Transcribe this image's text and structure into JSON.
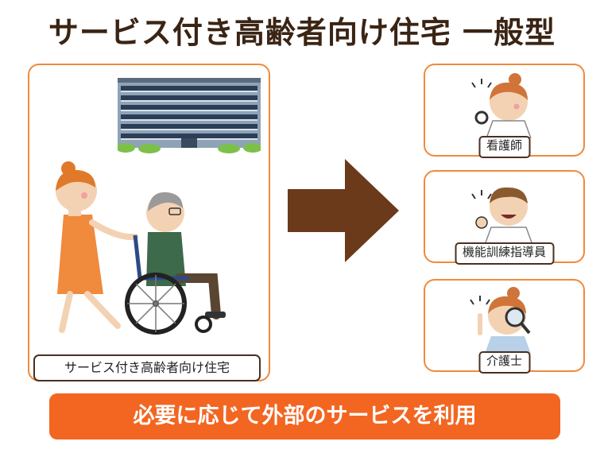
{
  "title": "サービス付き高齢者向け住宅 一般型",
  "housing_label": "サービス付き高齢者向け住宅",
  "staff": [
    {
      "label": "看護師",
      "icon": "nurse-icon"
    },
    {
      "label": "機能訓練指導員",
      "icon": "trainer-icon"
    },
    {
      "label": "介護士",
      "icon": "caregiver-icon"
    }
  ],
  "banner_text": "必要に応じて外部のサービスを利用",
  "colors": {
    "title": "#3a2414",
    "panel_border": "#f08a3c",
    "arrow": "#6b3a1a",
    "banner": "#f26622"
  }
}
